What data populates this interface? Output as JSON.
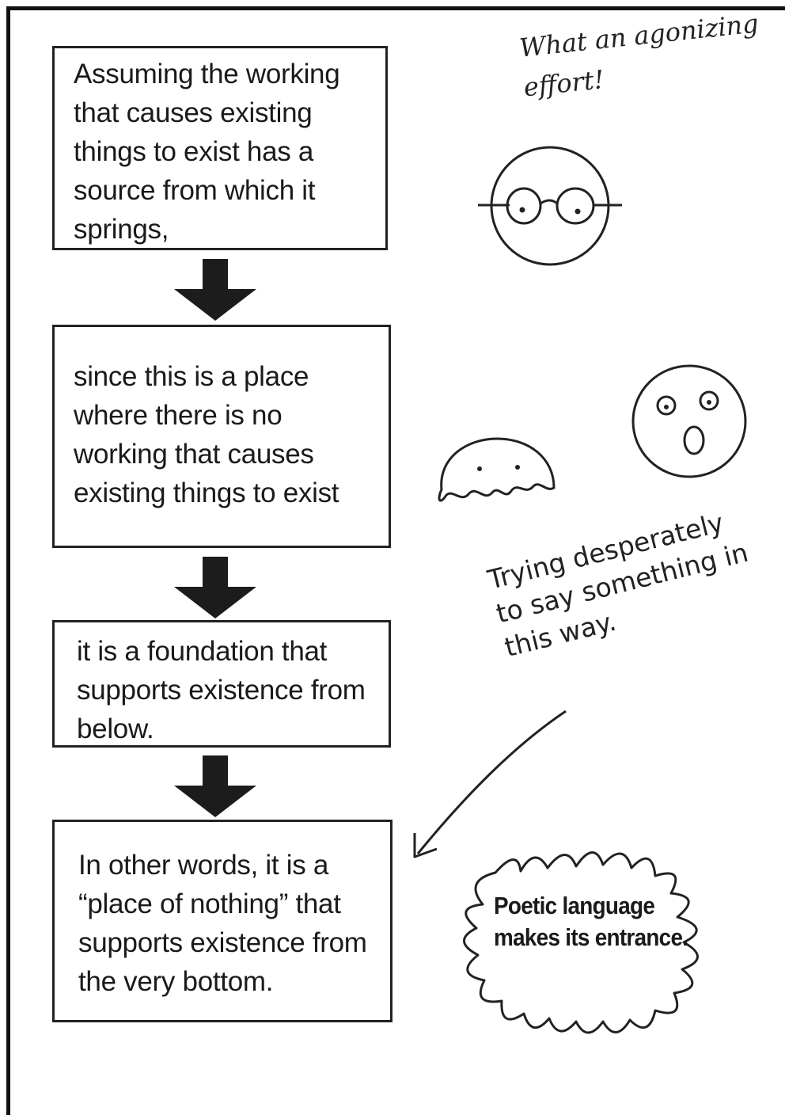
{
  "flowchart": {
    "steps": [
      "Assuming the working that causes existing things to exist has a source from which it springs,",
      "since this is a place where there is no working that causes existing things to exist",
      "it is a foundation that supports existence from below.",
      "In other words, it is a “place of nothing” that supports existence from the very bottom."
    ]
  },
  "annotations": {
    "agonizing": "What an agonizing effort!",
    "trying": "Trying desperately to say something in this way.",
    "burst": "Poetic language makes its entrance."
  },
  "icons": [
    "glasses-face-icon",
    "ghost-face-icon",
    "surprised-face-icon",
    "curved-arrow-icon",
    "speech-burst-icon",
    "down-arrow-icon"
  ]
}
